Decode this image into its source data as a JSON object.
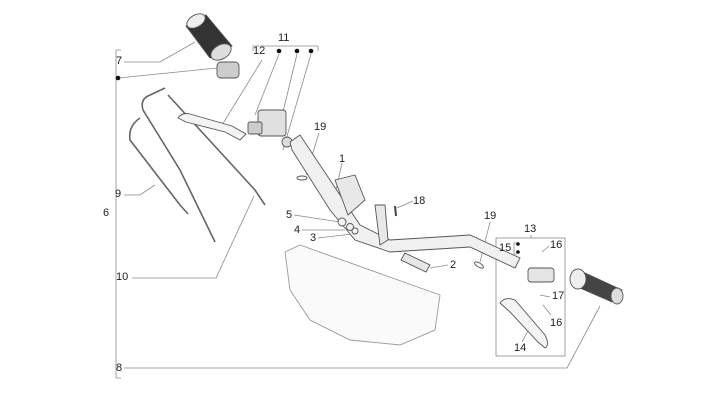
{
  "diagram": {
    "title": "Handlebars exploded parts diagram",
    "callouts": [
      {
        "id": "1",
        "label": "1"
      },
      {
        "id": "2",
        "label": "2"
      },
      {
        "id": "3",
        "label": "3"
      },
      {
        "id": "4",
        "label": "4"
      },
      {
        "id": "5",
        "label": "5"
      },
      {
        "id": "6",
        "label": "6"
      },
      {
        "id": "7",
        "label": "7"
      },
      {
        "id": "8",
        "label": "8"
      },
      {
        "id": "9",
        "label": "9"
      },
      {
        "id": "10",
        "label": "10"
      },
      {
        "id": "11",
        "label": "11"
      },
      {
        "id": "12",
        "label": "12"
      },
      {
        "id": "13",
        "label": "13"
      },
      {
        "id": "14",
        "label": "14"
      },
      {
        "id": "15",
        "label": "15"
      },
      {
        "id": "16a",
        "label": "16"
      },
      {
        "id": "16b",
        "label": "16"
      },
      {
        "id": "17",
        "label": "17"
      },
      {
        "id": "18",
        "label": "18"
      },
      {
        "id": "19a",
        "label": "19"
      },
      {
        "id": "19b",
        "label": "19"
      }
    ],
    "parts": [
      "left-grip",
      "throttle-control",
      "throttle-cable",
      "throttle-cable-2",
      "rear-brake-lever",
      "brake-master-cylinder",
      "handlebar",
      "handlebar-cover",
      "front-brake-lever",
      "lever-bracket",
      "right-grip",
      "screw",
      "bolt",
      "washers",
      "bar-end-clip"
    ]
  }
}
